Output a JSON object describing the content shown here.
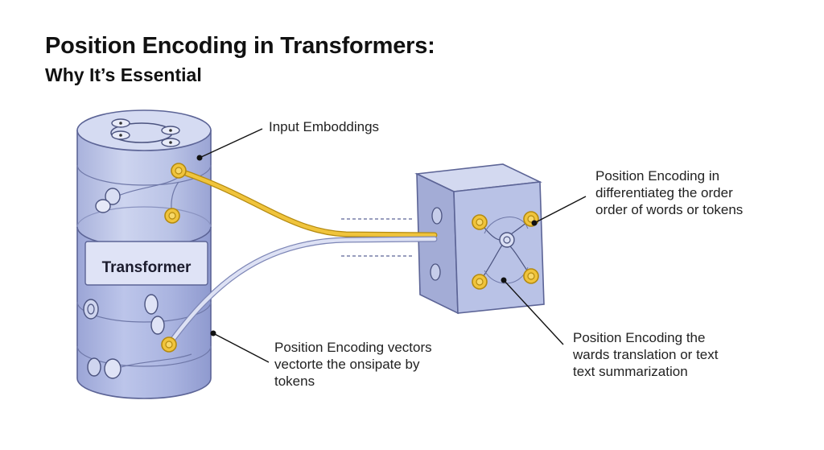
{
  "header": {
    "title": "Position Encoding in Transformers:",
    "subtitle": "Why It’s Essential"
  },
  "cylinder": {
    "label": "Transformer"
  },
  "callouts": {
    "input_embeddings": "Input Emboddings",
    "right_top": {
      "line1": "Position Encoding in",
      "line2": "differentiateg the order",
      "line3": "order of words or tokens"
    },
    "right_bottom": {
      "line1": "Position Encoding the",
      "line2": "wards translation or text",
      "line3": "text summarization"
    },
    "bottom": {
      "line1": "Position Encoding vectors",
      "line2": "vectorte the onsipate by",
      "line3": "tokens"
    }
  },
  "colors": {
    "cylinder_fill": "#c3cbe8",
    "cylinder_stroke": "#5c6496",
    "cube_front": "#b9c2e6",
    "cube_top": "#d3d9f0",
    "cube_side": "#a3acd6",
    "gold": "#f0c43c",
    "gold_stroke": "#b48a10",
    "cable_gray": "#c4cbe6"
  }
}
